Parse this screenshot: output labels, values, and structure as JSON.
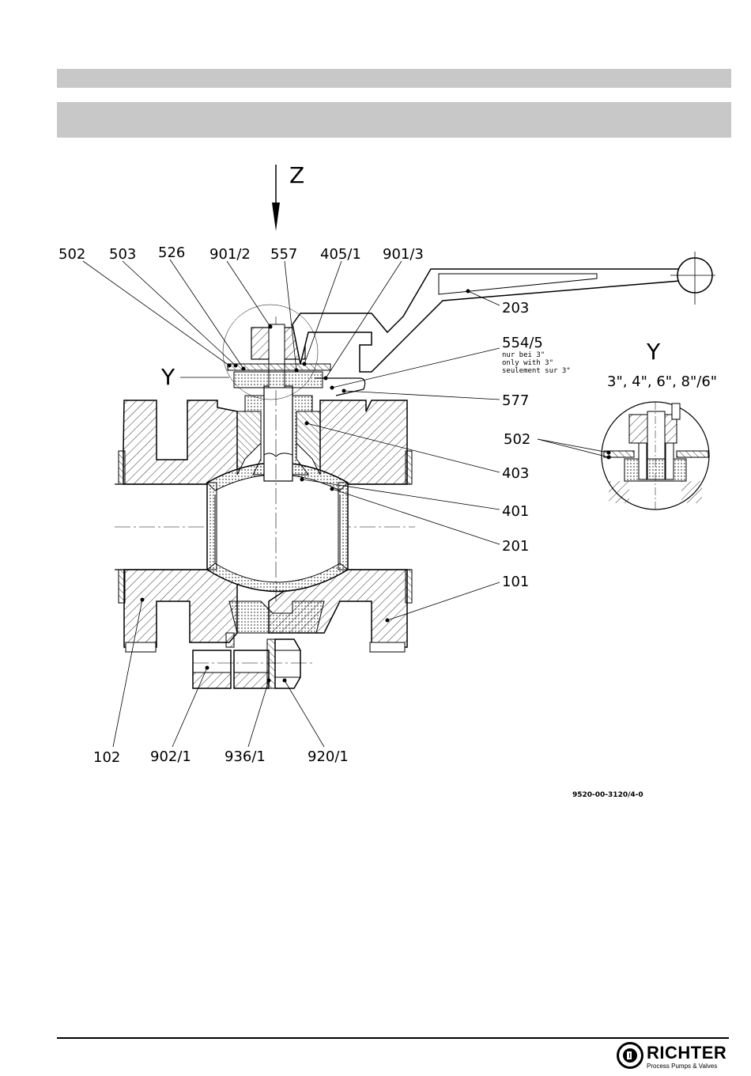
{
  "labels": {
    "l502": "502",
    "l503": "503",
    "l526": "526",
    "l901_2": "901/2",
    "l557": "557",
    "l405_1": "405/1",
    "l901_3": "901/3",
    "l203": "203",
    "l554_5": "554/5",
    "l577": "577",
    "l403": "403",
    "l401": "401",
    "l201": "201",
    "l101": "101",
    "l102": "102",
    "l902_1": "902/1",
    "l936_1": "936/1",
    "l920_1": "920/1",
    "l502b": "502"
  },
  "note_554": [
    "nur bei 3\"",
    "only with 3\"",
    "seulement sur 3\""
  ],
  "view_z": "Z",
  "view_y": "Y",
  "detail_y_title": "Y",
  "detail_y_sizes": "3\", 4\", 6\", 8\"/6\"",
  "drawing_number": "9520-00-3120/4-0",
  "logo": {
    "name": "RICHTER",
    "tagline": "Process Pumps & Valves"
  }
}
